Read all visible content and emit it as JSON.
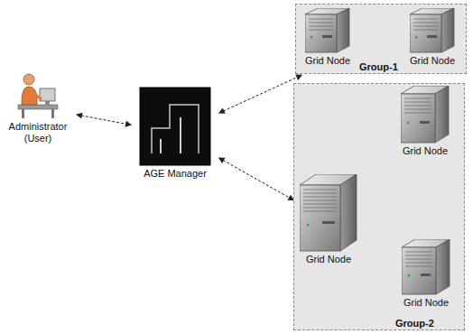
{
  "diagram": {
    "nodes": [
      {
        "text": [
          "Administrator (User)"
        ]
      },
      {
        "text": [
          "AGE Manager"
        ]
      },
      {
        "text": [
          "Group-1"
        ]
      },
      {
        "text": [
          "Grid Node"
        ],
        "in": 2
      },
      {
        "text": [
          "Grid Node"
        ],
        "in": 2
      },
      {
        "text": [
          "Group-2"
        ]
      },
      {
        "text": [
          "Grid Node"
        ],
        "in": 5
      },
      {
        "text": [
          "Grid Node"
        ],
        "in": 5
      },
      {
        "text": [
          "Grid Node"
        ],
        "in": 5
      }
    ],
    "edges": [
      {
        "from": 0,
        "to": 1,
        "arrow": "both"
      },
      {
        "from": 1,
        "to": 2,
        "arrow": "both"
      },
      {
        "from": 1,
        "to": 7,
        "arrow": "both"
      },
      {
        "from": 3,
        "to": 4,
        "arrow": "both"
      },
      {
        "from": 7,
        "to": 6,
        "arrow": "both"
      },
      {
        "from": 7,
        "to": 8,
        "arrow": "both"
      }
    ]
  }
}
